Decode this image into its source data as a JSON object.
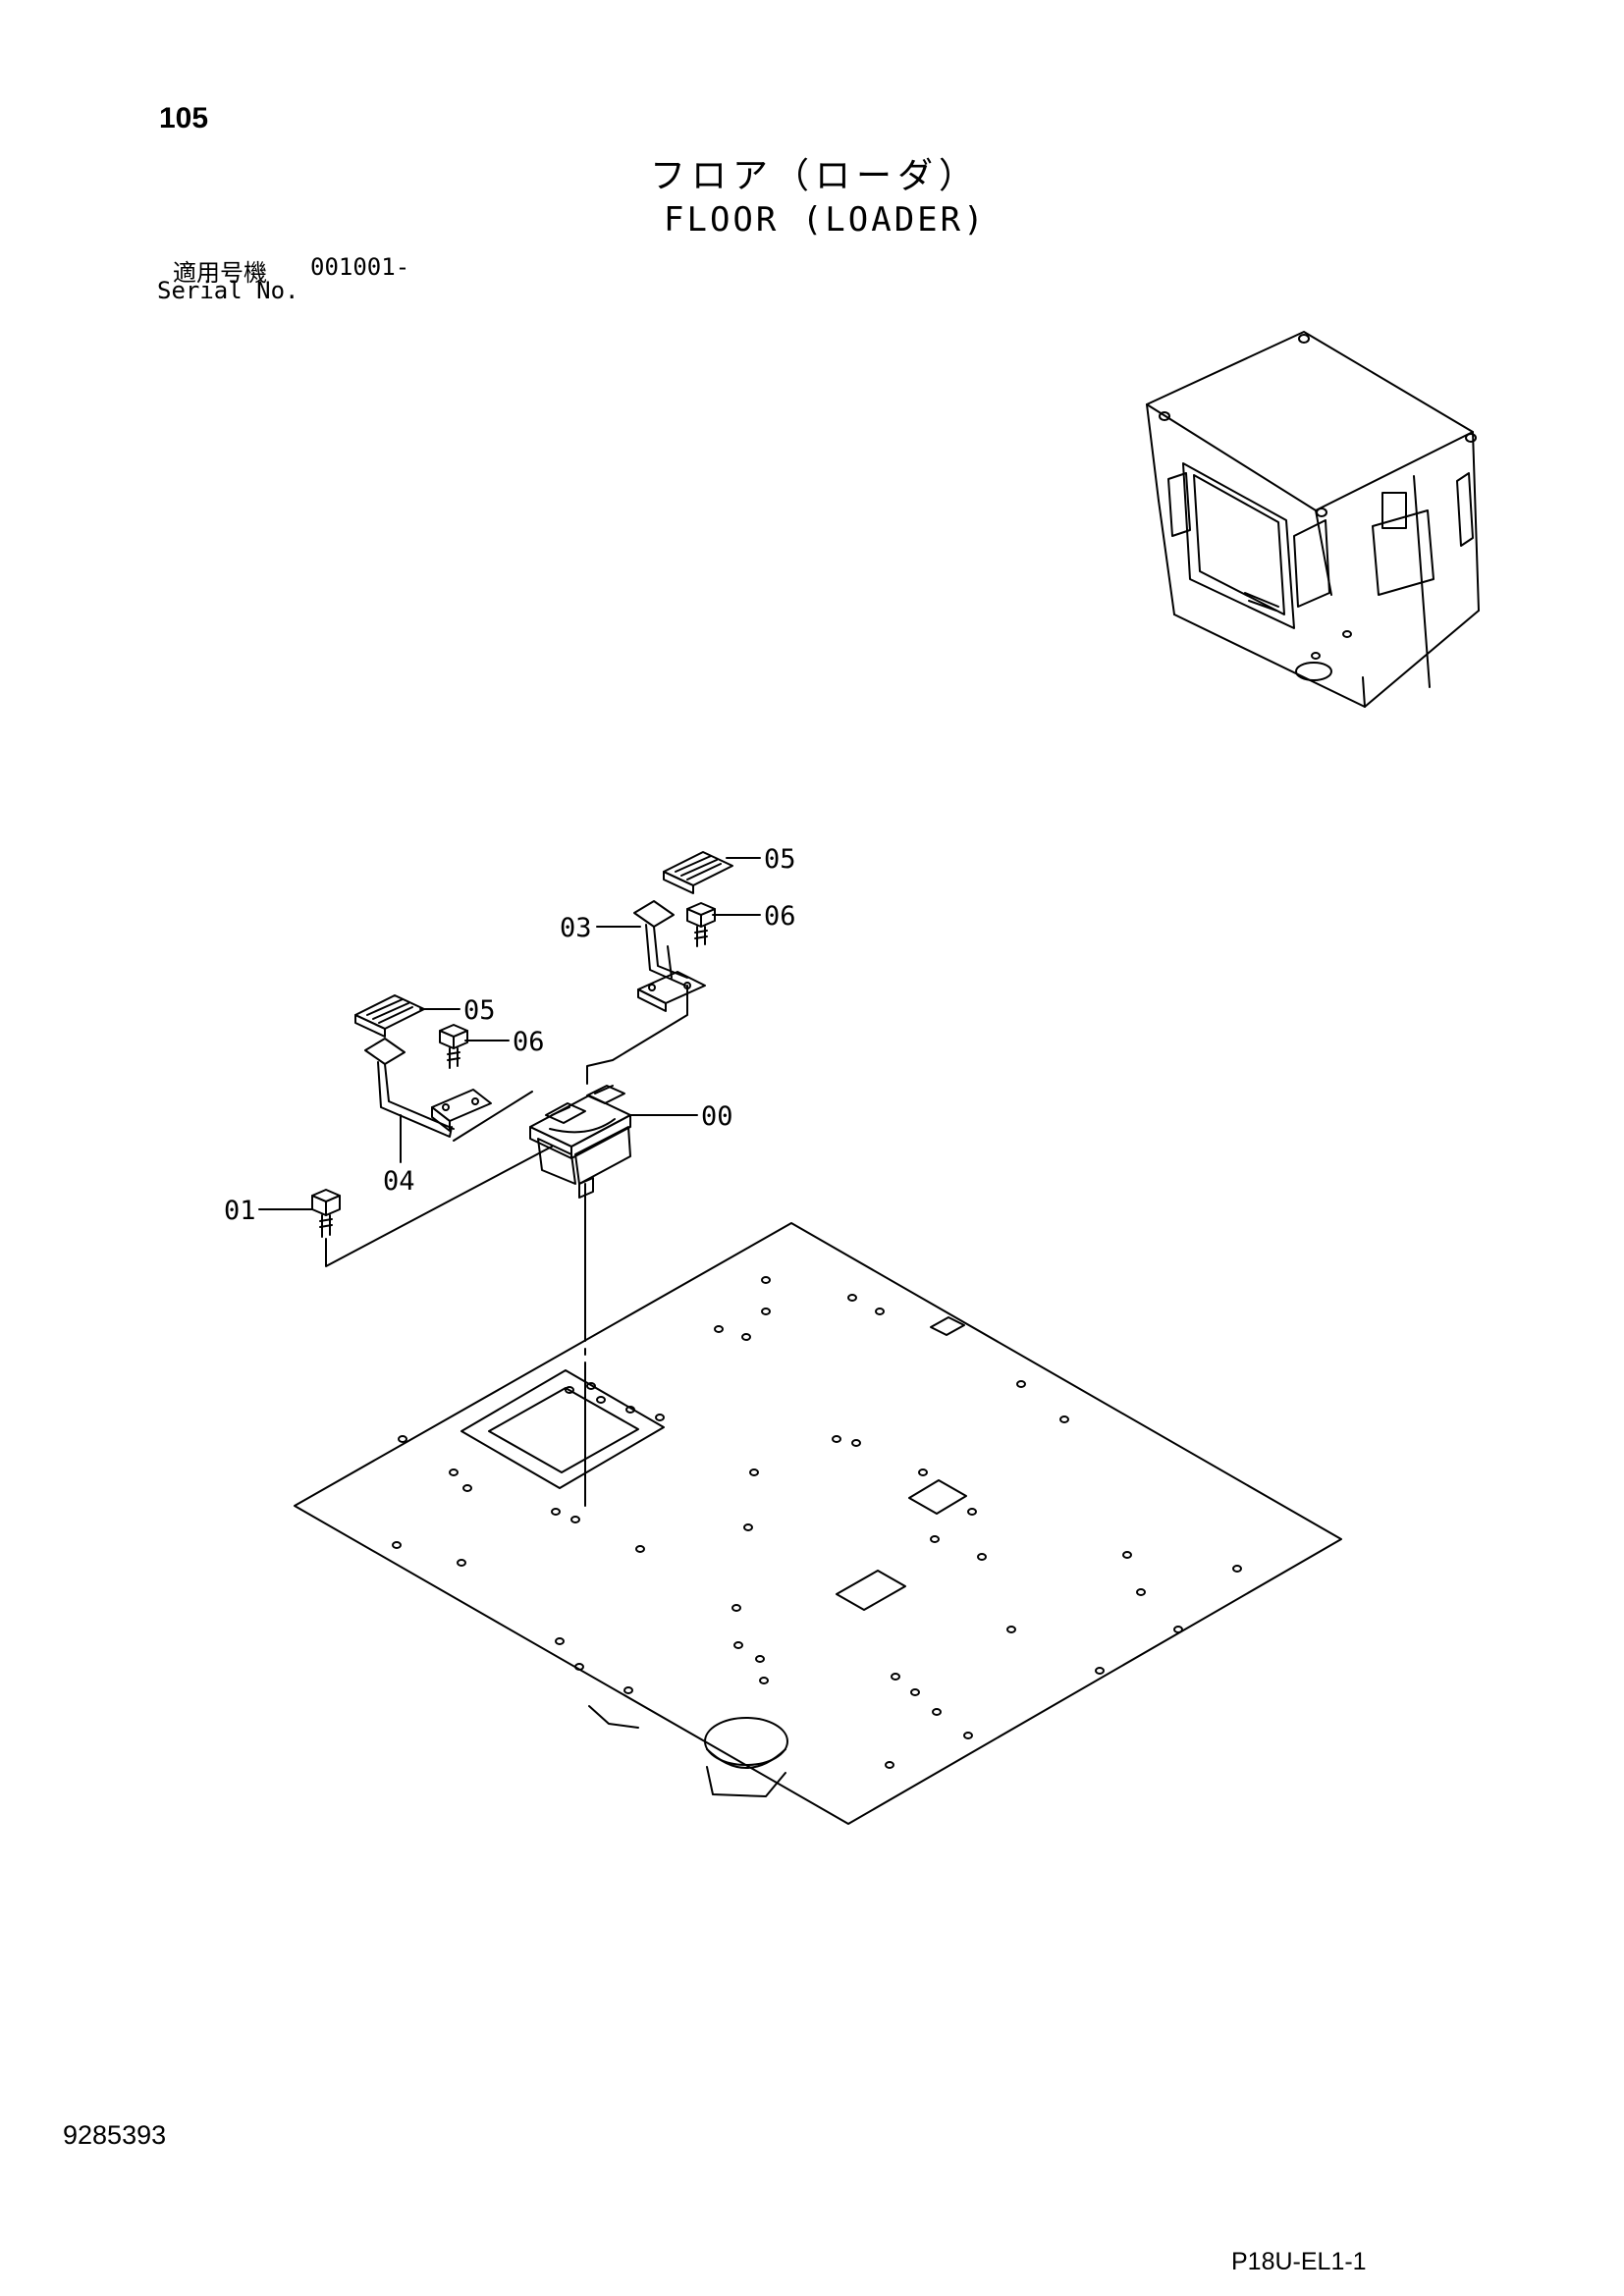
{
  "header": {
    "page_number": "105",
    "title_jp": "フロア（ローダ）",
    "title_en": "FLOOR (LOADER)",
    "serial_label_jp": "適用号機",
    "serial_range": "001001-",
    "serial_label_en": "Serial No."
  },
  "callouts": [
    {
      "id": "05a",
      "text": "05"
    },
    {
      "id": "06a",
      "text": "06"
    },
    {
      "id": "03",
      "text": "03"
    },
    {
      "id": "05b",
      "text": "05"
    },
    {
      "id": "06b",
      "text": "06"
    },
    {
      "id": "00",
      "text": "00"
    },
    {
      "id": "04",
      "text": "04"
    },
    {
      "id": "01",
      "text": "01"
    }
  ],
  "footer": {
    "drawing_number": "9285393",
    "page_code": "P18U-EL1-1"
  }
}
